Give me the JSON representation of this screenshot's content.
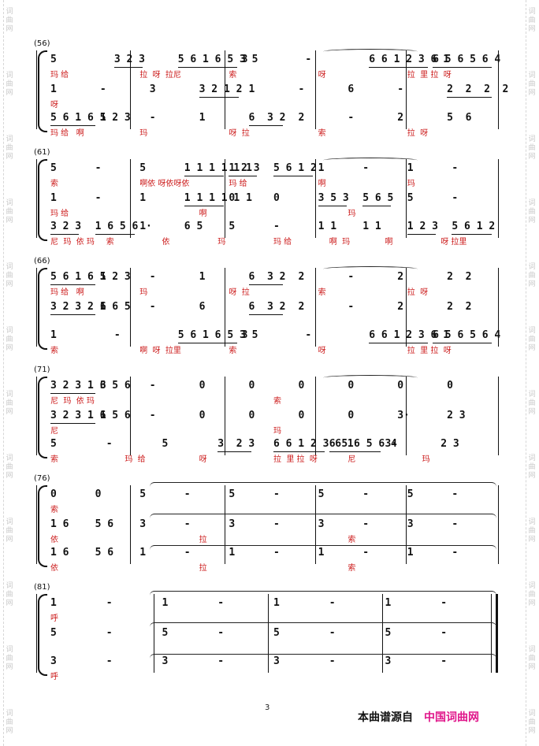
{
  "side_watermark": [
    "词",
    "曲",
    "网"
  ],
  "page_number": "3",
  "footer": {
    "prefix": "本曲谱源自",
    "site": "中国词曲网"
  },
  "systems": [
    {
      "label": "(56)",
      "rows": [
        {
          "notes": [
            "5",
            "3 2 3",
            "5 6 1 6 5 3 5",
            "3",
            "-",
            "6 6 1 2 3 6 1",
            "6 5 6 5 6 4"
          ],
          "lyrics": [
            "玛 给",
            "拉  呀  拉尼",
            "索",
            "呀",
            "拉  里 拉  呀"
          ]
        },
        {
          "notes": [
            "1",
            "-",
            "3",
            "3 2 1 2",
            "1",
            "-",
            "6",
            "-",
            "2  2  2  2"
          ],
          "lyrics": [
            "呀"
          ]
        },
        {
          "notes": [
            "5 6 1 6 5 2 3",
            "1",
            "-",
            "1",
            "6  3 2",
            "2",
            "-",
            "2",
            "5  6"
          ],
          "lyrics": [
            "玛 给   啊",
            "玛",
            "呀  拉",
            "索",
            "拉  呀"
          ]
        }
      ]
    },
    {
      "label": "(61)",
      "rows": [
        {
          "notes": [
            "5",
            "-",
            "5",
            "1 1 1 1 1 1",
            "1 2 3",
            "5 6 1 2",
            "1",
            "-",
            "1",
            "-"
          ],
          "lyrics": [
            "索",
            "啊依 呀依呀依",
            "玛 给",
            "啊",
            "玛"
          ]
        },
        {
          "notes": [
            "1",
            "-",
            "1",
            "1 1 1 1 1 1",
            "0",
            "0",
            "3 5 3",
            "5 6 5",
            "5",
            "-"
          ],
          "lyrics": [
            "玛 给",
            "啊",
            "玛"
          ]
        },
        {
          "notes": [
            "3 2 3",
            "1 6 5 6",
            "1·",
            "6 5",
            "5",
            "-",
            "1 1",
            "1 1",
            "1 2 3",
            "5 6 1 2"
          ],
          "lyrics": [
            "尼  玛  依 玛",
            "索",
            "依",
            "玛",
            "玛 给",
            "啊  玛",
            "啊",
            "呀 拉里"
          ]
        }
      ]
    },
    {
      "label": "(66)",
      "rows": [
        {
          "notes": [
            "5 6 1 6 5 2 3",
            "1",
            "-",
            "1",
            "6  3 2",
            "2",
            "-",
            "2",
            "2  2"
          ],
          "lyrics": [
            "玛 给   啊",
            "玛",
            "呀  拉",
            "索",
            "拉  呀"
          ]
        },
        {
          "notes": [
            "3 2 3 2 1 6 5",
            "6",
            "-",
            "6",
            "6  3 2",
            "2",
            "-",
            "2",
            "2  2"
          ],
          "lyrics": []
        },
        {
          "notes": [
            "1",
            "-",
            "5 6 1 6 5 3 5",
            "3",
            "-",
            "6 6 1 2 3 6 1",
            "6 5 6 5 6 4"
          ],
          "lyrics": [
            "索",
            "啊  呀  拉里",
            "索",
            "呀",
            "拉  里 拉  呀"
          ]
        }
      ]
    },
    {
      "label": "(71)",
      "rows": [
        {
          "notes": [
            "3 2 3 1 6 5 6",
            "3",
            "-",
            "0",
            "0",
            "0",
            "0",
            "0",
            "0"
          ],
          "lyrics": [
            "尼  玛  依 玛",
            "索"
          ]
        },
        {
          "notes": [
            "3 2 3 1 6 5 6",
            "1",
            "-",
            "0",
            "0",
            "0",
            "0",
            "3·",
            "2 3"
          ],
          "lyrics": [
            "尼",
            "玛"
          ]
        },
        {
          "notes": [
            "5",
            "-",
            "5",
            "3  2 3",
            "6 6 1 2 3 6 1",
            "6 5 6 5 6 4",
            "3·",
            "2 3"
          ],
          "lyrics": [
            "索",
            "玛  给",
            "呀",
            "拉  里 拉  呀",
            "尼",
            "玛"
          ]
        }
      ]
    },
    {
      "label": "(76)",
      "rows": [
        {
          "notes": [
            "0",
            "0",
            "5",
            "-",
            "5",
            "-",
            "5",
            "-",
            "5",
            "-"
          ],
          "lyrics": [
            "索"
          ]
        },
        {
          "notes": [
            "1 6",
            "5 6",
            "3",
            "-",
            "3",
            "-",
            "3",
            "-",
            "3",
            "-"
          ],
          "lyrics": [
            "依",
            "拉",
            "索"
          ]
        },
        {
          "notes": [
            "1 6",
            "5 6",
            "1",
            "-",
            "1",
            "-",
            "1",
            "-",
            "1",
            "-"
          ],
          "lyrics": [
            "依",
            "拉",
            "索"
          ]
        }
      ]
    },
    {
      "label": "(81)",
      "rows": [
        {
          "notes": [
            "1",
            "-",
            "1",
            "-",
            "1",
            "-",
            "1",
            "-"
          ],
          "lyrics": [
            "呼"
          ]
        },
        {
          "notes": [
            "5",
            "-",
            "5",
            "-",
            "5",
            "-",
            "5",
            "-"
          ],
          "lyrics": []
        },
        {
          "notes": [
            "3",
            "-",
            "3",
            "-",
            "3",
            "-",
            "3",
            "-"
          ],
          "lyrics": [
            "呼"
          ]
        }
      ]
    }
  ]
}
